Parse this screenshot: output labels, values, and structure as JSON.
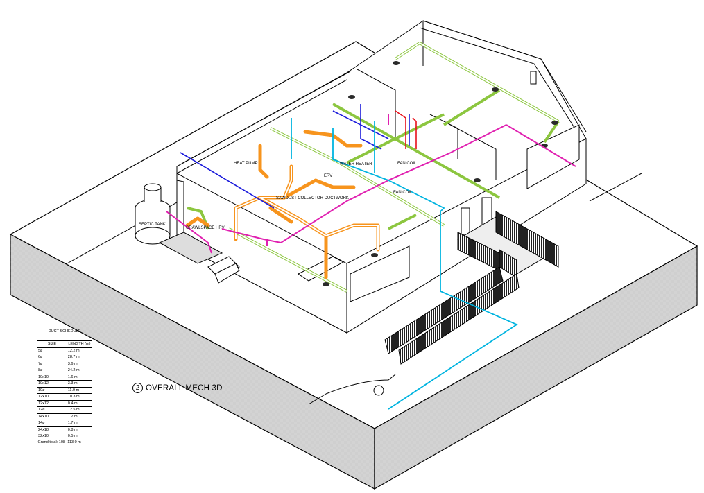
{
  "view": {
    "number": "2",
    "title": "OVERALL MECH 3D"
  },
  "colors": {
    "supply_duct": "#8cc63f",
    "sawdust_duct": "#f7941d",
    "exhaust_pipe": "#e020b0",
    "cold_water": "#1a1adb",
    "hot_water": "#e8101a",
    "drain_line": "#00b4e0",
    "outline": "#000000",
    "hatch": "#cfcfcf"
  },
  "labels": {
    "heat_pump": "HEAT PUMP",
    "water_heater": "WATER HEATER",
    "fan_coil_1": "FAN COIL",
    "fan_coil_2": "FAN COIL",
    "erv": "ERV",
    "sawdust": "SAWDUST COLLECTOR DUCTWORK",
    "septic": "SEPTIC TANK",
    "crawlspace_hrv": "CRAWLSPACE HRV"
  },
  "duct_schedule": {
    "title": "DUCT SCHEDULE",
    "columns": [
      "SIZE",
      "LENGTH (m)"
    ],
    "rows": [
      [
        "5ø",
        "12.2 m"
      ],
      [
        "6ø",
        "28.7 m"
      ],
      [
        "7ø",
        "3.6 m"
      ],
      [
        "8ø",
        "24.2 m"
      ],
      [
        "10x10",
        "1.6 m"
      ],
      [
        "10x12",
        "3.3 m"
      ],
      [
        "10ø",
        "11.9 m"
      ],
      [
        "12x10",
        "10.3 m"
      ],
      [
        "12x12",
        "0.4 m"
      ],
      [
        "12ø",
        "12.5 m"
      ],
      [
        "14x10",
        "1.2 m"
      ],
      [
        "14ø",
        "1.7 m"
      ],
      [
        "24x18",
        "0.8 m"
      ],
      [
        "32x10",
        "0.5 m"
      ]
    ],
    "grand_total_label": "Grand total: 108",
    "grand_total_value": "113.0 m"
  }
}
